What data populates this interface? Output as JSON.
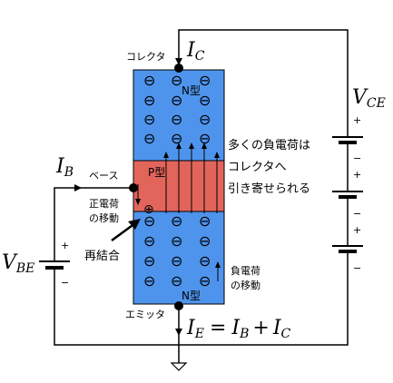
{
  "colors": {
    "n_region": "#4f94ec",
    "p_region": "#e2655c",
    "wire": "#000000",
    "background": "#ffffff"
  },
  "labels": {
    "collector": "コレクタ",
    "base": "ベース",
    "emitter": "エミッタ",
    "n_type_top": "N型",
    "p_type": "P型",
    "n_type_bottom": "N型",
    "many_electrons": [
      "多くの負電荷は",
      "コレクタへ",
      "引き寄せられる"
    ],
    "hole_move": [
      "正電荷",
      "の移動"
    ],
    "recombination": "再結合",
    "electron_move": [
      "負電荷",
      "の移動"
    ]
  },
  "symbols": {
    "ic": {
      "main": "I",
      "sub": "C"
    },
    "ib": {
      "main": "I",
      "sub": "B"
    },
    "ie_eq": {
      "lhs": "I",
      "lhs_sub": "E",
      "eq": "=",
      "t1": "I",
      "t1_sub": "B",
      "plus": "+",
      "t2": "I",
      "t2_sub": "C"
    },
    "vce": {
      "main": "V",
      "sub": "CE"
    },
    "vbe": {
      "main": "V",
      "sub": "BE"
    }
  },
  "polarity": {
    "plus": "+",
    "minus": "−"
  },
  "glyphs": {
    "electron": "⊖",
    "hole": "⊕"
  }
}
